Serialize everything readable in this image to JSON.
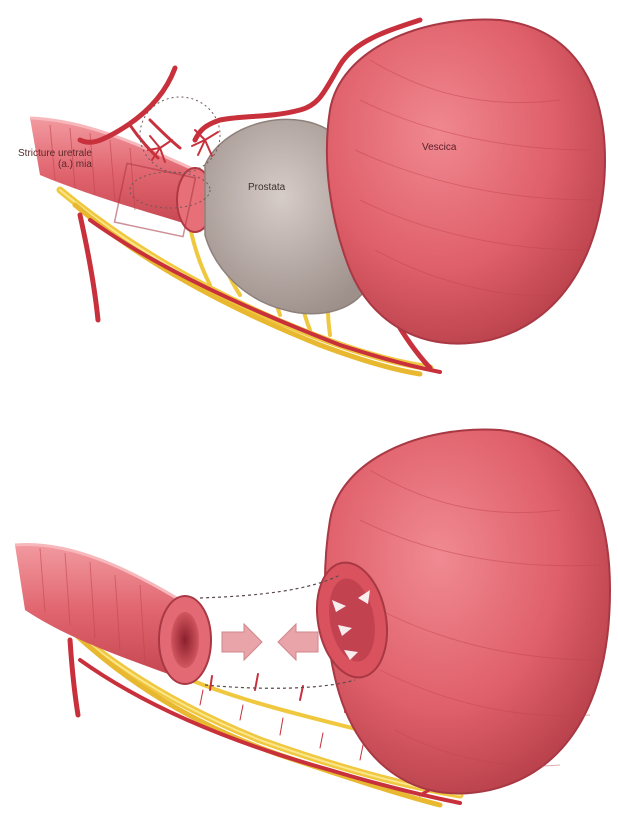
{
  "figure": {
    "labels": {
      "stricture": "Stricture uretrale",
      "stricture_line2": "(a.) mia",
      "prostate": "Prostata",
      "bladder": "Vescica"
    },
    "colors": {
      "muscle": "#e06a72",
      "muscle_dark": "#b8404a",
      "prostate": "#bfb3ae",
      "nerve": "#f0c840",
      "artery": "#c8303c",
      "background": "#ffffff"
    },
    "panels": [
      {
        "name": "before-prostatectomy",
        "elements": [
          "urethra",
          "prostate",
          "bladder",
          "neurovascular-bundle",
          "arteries"
        ]
      },
      {
        "name": "after-anastomosis",
        "elements": [
          "urethra-stump",
          "bladder-neck",
          "approximation-arrows",
          "anastomosis-lines",
          "neurovascular-bundle"
        ]
      }
    ]
  }
}
